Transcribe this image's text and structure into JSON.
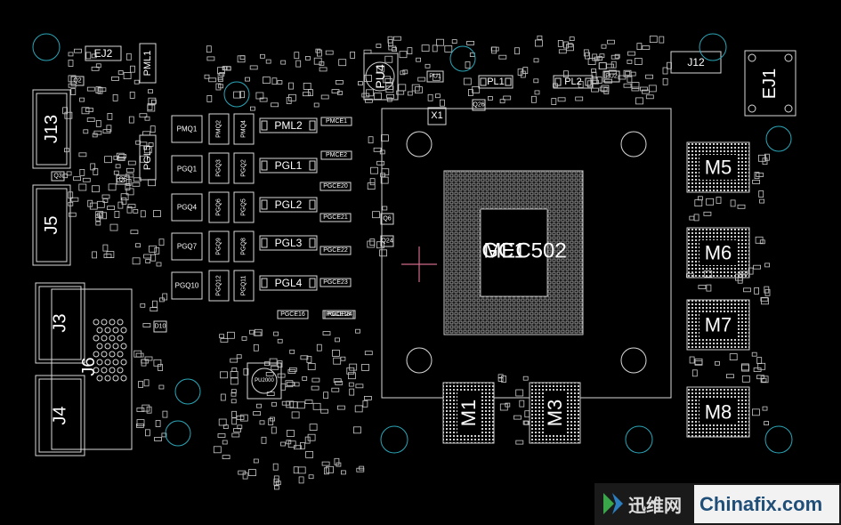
{
  "diagram": {
    "main_chip": "MEC502",
    "main_chip_overlay": "GC1",
    "memory": [
      "M5",
      "M6",
      "M7",
      "M8",
      "M1",
      "M3"
    ],
    "connectors": [
      "J13",
      "J5",
      "J3",
      "J4",
      "J6",
      "EJ1",
      "EJ2",
      "J12"
    ],
    "crystal": "X1",
    "power_ic": "PU4",
    "pmic": "PU2000",
    "inductors": [
      "PL1",
      "PL2",
      "PML2",
      "PGL1",
      "PGL2",
      "PGL3",
      "PGL4",
      "PML1",
      "PGL5"
    ],
    "mosfets": [
      "PMQ1",
      "PMQ2",
      "PMQ4",
      "PGQ1",
      "PGQ3",
      "PGQ2",
      "PGQ4",
      "PGQ6",
      "PGQ5",
      "PGQ7",
      "PGQ9",
      "PGQ8",
      "PGQ10",
      "PGQ12",
      "PGQ11"
    ],
    "small_parts": [
      "PMCE1",
      "PMCE2",
      "PGCE20",
      "PGCE21",
      "PGCE22",
      "PGCE23",
      "PGCE24",
      "PGCE16",
      "PGCE18",
      "Q2",
      "Q3",
      "Q5",
      "Q6",
      "D10",
      "Q24",
      "Q26",
      "PU1",
      "PU2",
      "J12"
    ]
  },
  "watermark": {
    "cn": "迅维网",
    "en": "Chinafix.com"
  },
  "colors": {
    "background": "#000000",
    "outline": "#d8d8d8",
    "mounting_hole": "#2aa6b8",
    "crosshair": "#d06a8a",
    "watermark_blue": "#1f4f78",
    "watermark_green": "#3aa64a"
  }
}
